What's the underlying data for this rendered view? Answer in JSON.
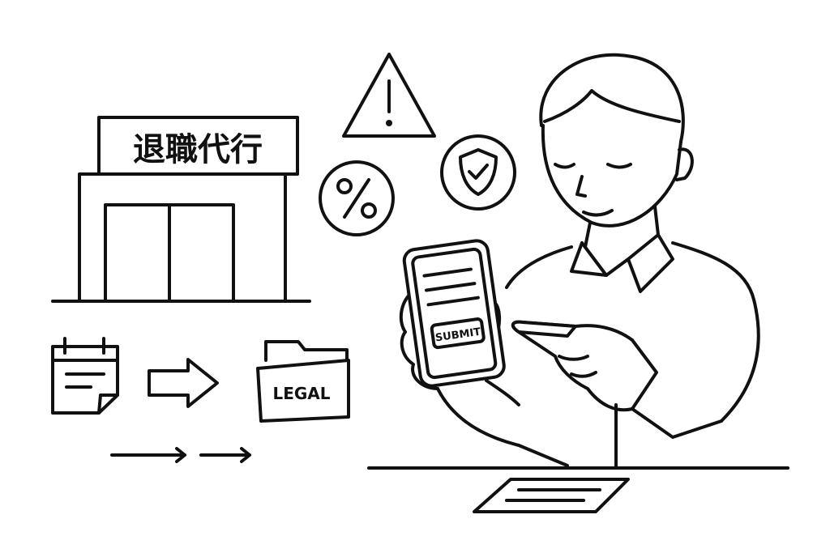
{
  "sign": {
    "text": "退職代行"
  },
  "phone": {
    "button_label": "SUBMIT"
  },
  "folder": {
    "label": "LEGAL"
  },
  "colors": {
    "line": "#111111",
    "background": "#ffffff"
  }
}
